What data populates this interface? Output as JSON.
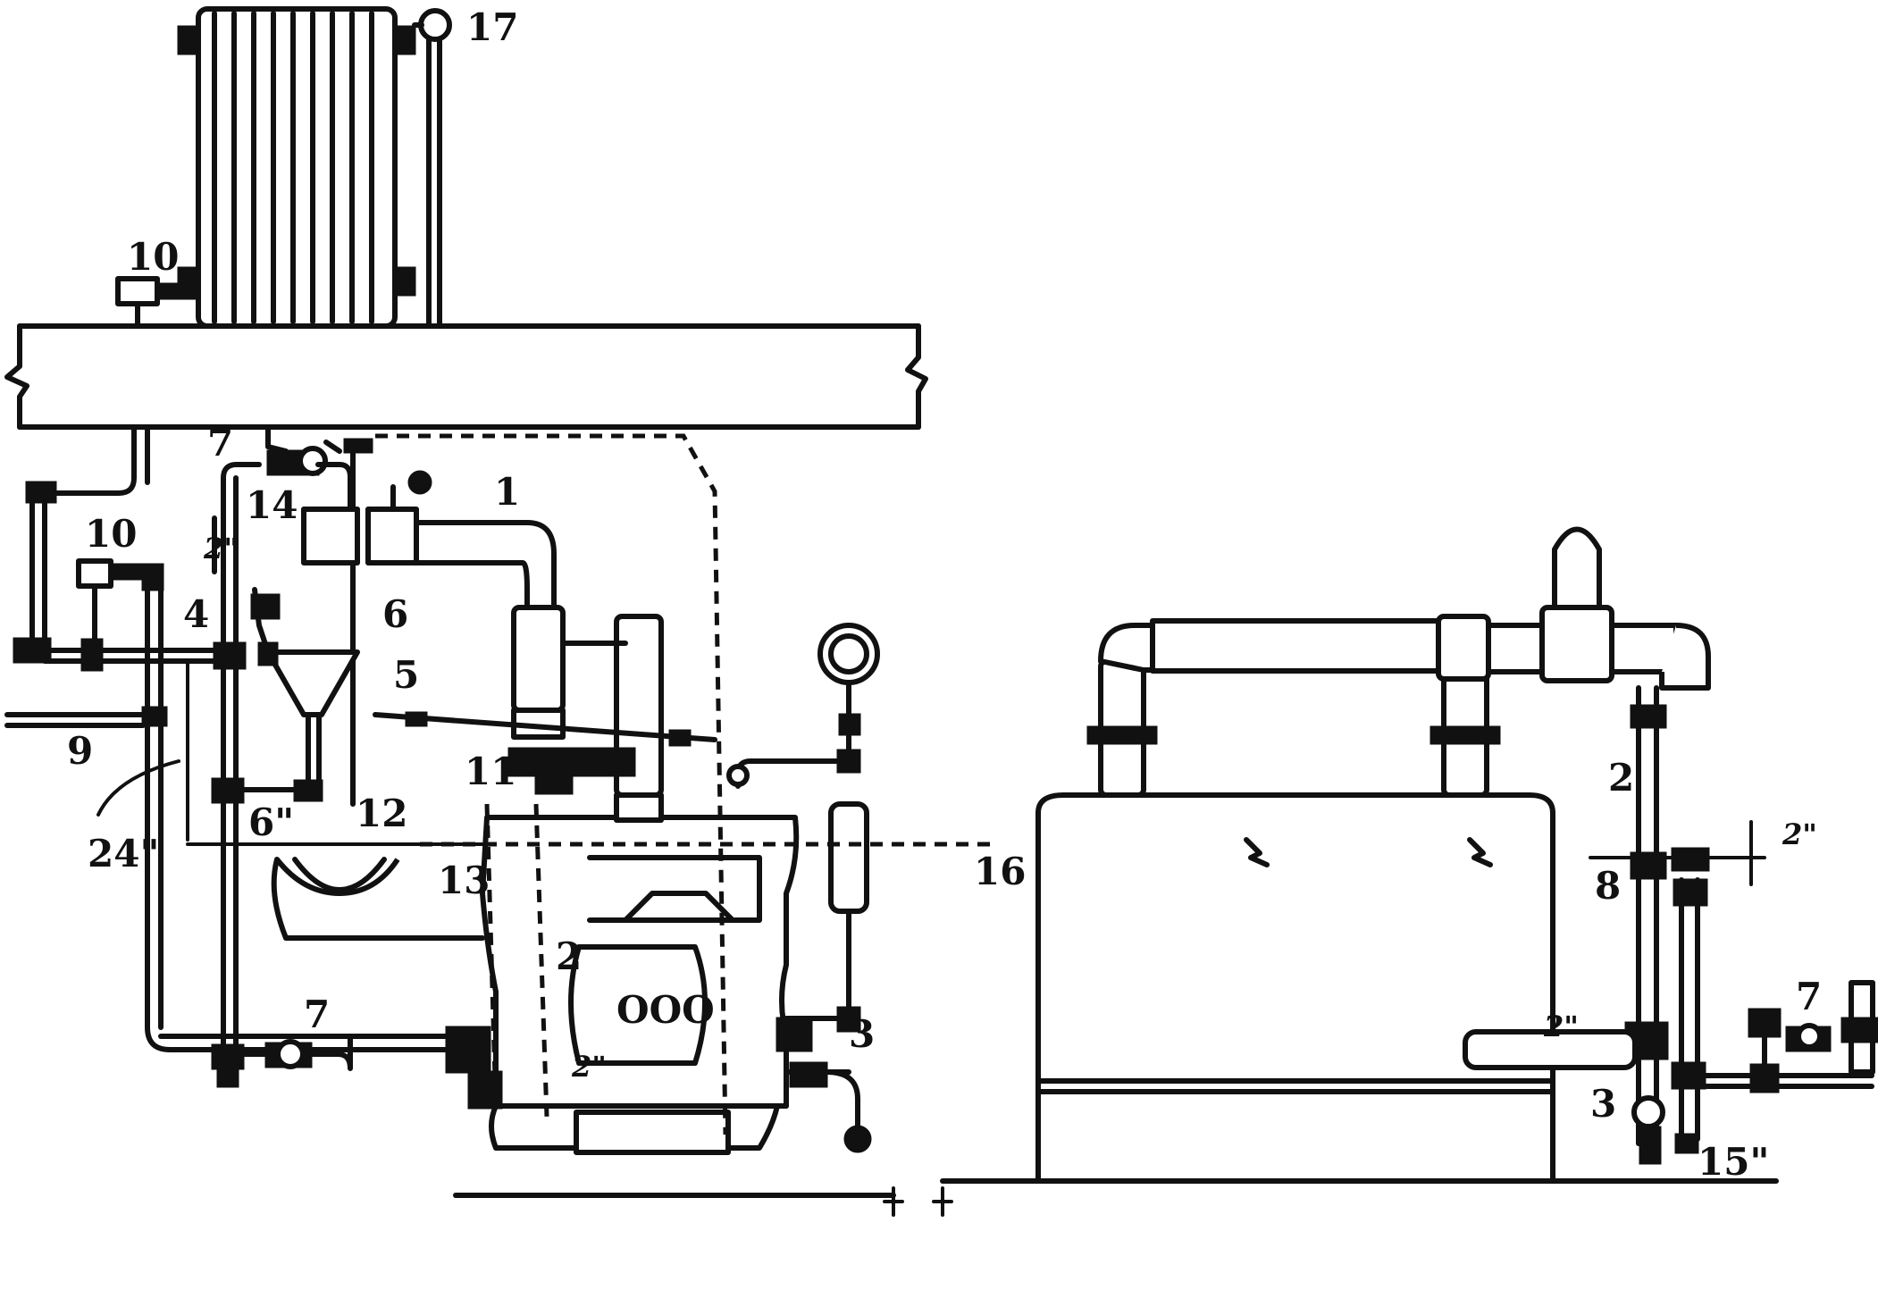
{
  "labels": {
    "l17": "17",
    "l10a": "10",
    "l10b": "10",
    "l7a": "7",
    "l7b": "7",
    "l7c": "7",
    "l14": "14",
    "l1": "1",
    "l2a": "2",
    "l2b": "2",
    "l4": "4",
    "l6a": "6",
    "l6b": "6\"",
    "l5": "5",
    "l9": "9",
    "l11": "11",
    "l12": "12",
    "l13": "13",
    "l24": "24\"",
    "l3a": "3",
    "l3b": "3",
    "l8": "8",
    "l16": "16",
    "l15": "15\"",
    "dim2a": "2\"",
    "dim2b": "2\"",
    "dim2c": "2\"",
    "dim2d": "2\""
  },
  "door_text": "OOO"
}
